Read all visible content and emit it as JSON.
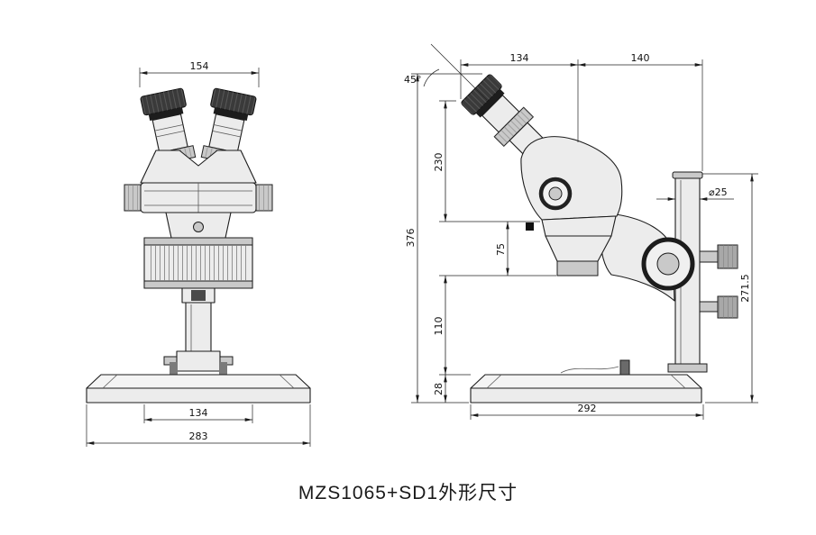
{
  "caption": "MZS1065+SD1外形尺寸",
  "style": {
    "ink_color": "#1a1a1a",
    "background": "#ffffff"
  },
  "front_view": {
    "dims": {
      "eyepiece_span": "154",
      "focus_body_width": "134",
      "base_width": "283"
    }
  },
  "side_view": {
    "dims": {
      "eyepiece_angle": "45°",
      "head_depth": "134",
      "arm_reach": "140",
      "optics_height": "230",
      "total_height": "376",
      "working_distance": "75",
      "column_clearance": "110",
      "base_height": "28",
      "pole_diameter": "⌀25",
      "pole_height": "271.5",
      "base_depth": "292"
    }
  }
}
